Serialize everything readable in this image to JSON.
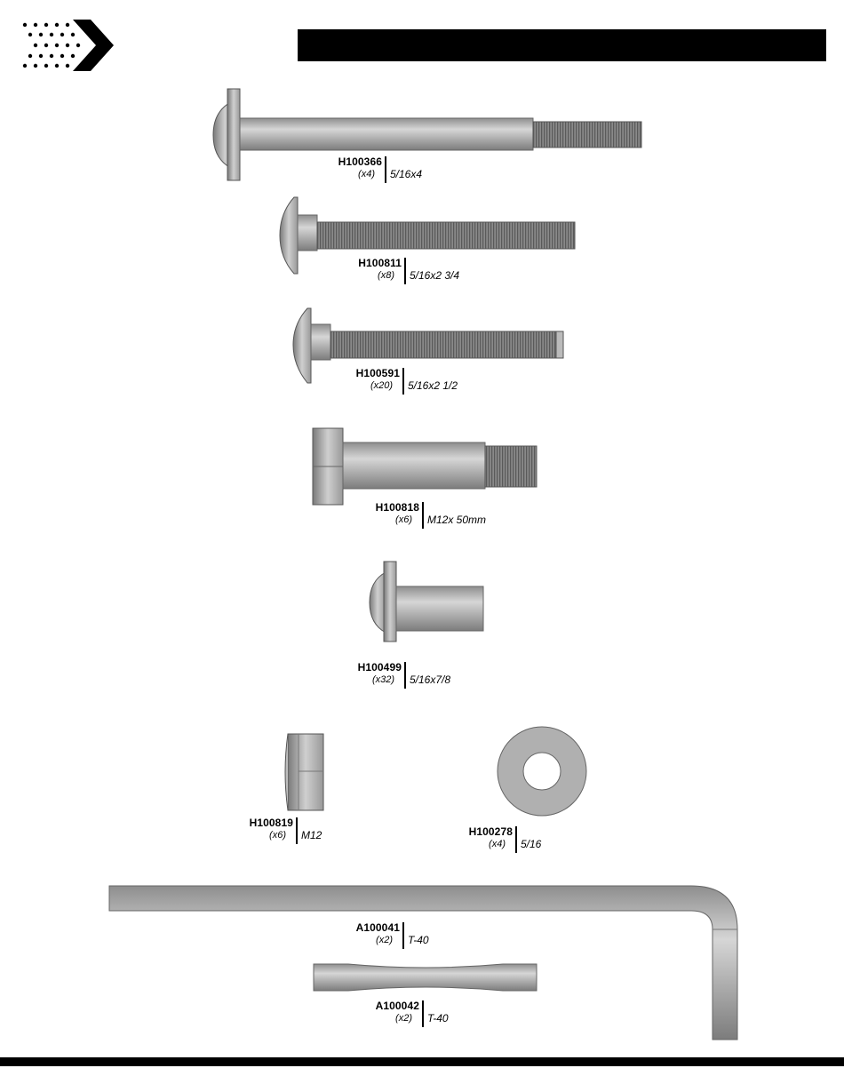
{
  "colors": {
    "metal": "#a8a8a8",
    "metal_dark": "#7a7a7a",
    "metal_light": "#d4d4d4",
    "ink": "#000000"
  },
  "parts": [
    {
      "id": "H100366",
      "qty": "(x4)",
      "size": "5/16x4",
      "icon": "flange-bolt-long-icon"
    },
    {
      "id": "H100811",
      "qty": "(x8)",
      "size": "5/16x2 3/4",
      "icon": "carriage-bolt-icon"
    },
    {
      "id": "H100591",
      "qty": "(x20)",
      "size": "5/16x2 1/2",
      "icon": "carriage-bolt-icon"
    },
    {
      "id": "H100818",
      "qty": "(x6)",
      "size": "M12x 50mm",
      "icon": "hex-shoulder-bolt-icon"
    },
    {
      "id": "H100499",
      "qty": "(x32)",
      "size": "5/16x7/8",
      "icon": "flange-barrel-nut-icon"
    },
    {
      "id": "H100819",
      "qty": "(x6)",
      "size": "M12",
      "icon": "hex-nut-icon"
    },
    {
      "id": "H100278",
      "qty": "(x4)",
      "size": "5/16",
      "icon": "flat-washer-icon"
    },
    {
      "id": "A100041",
      "qty": "(x2)",
      "size": "T-40",
      "icon": "l-wrench-icon"
    },
    {
      "id": "A100042",
      "qty": "(x2)",
      "size": "T-40",
      "icon": "double-end-bit-icon"
    }
  ]
}
